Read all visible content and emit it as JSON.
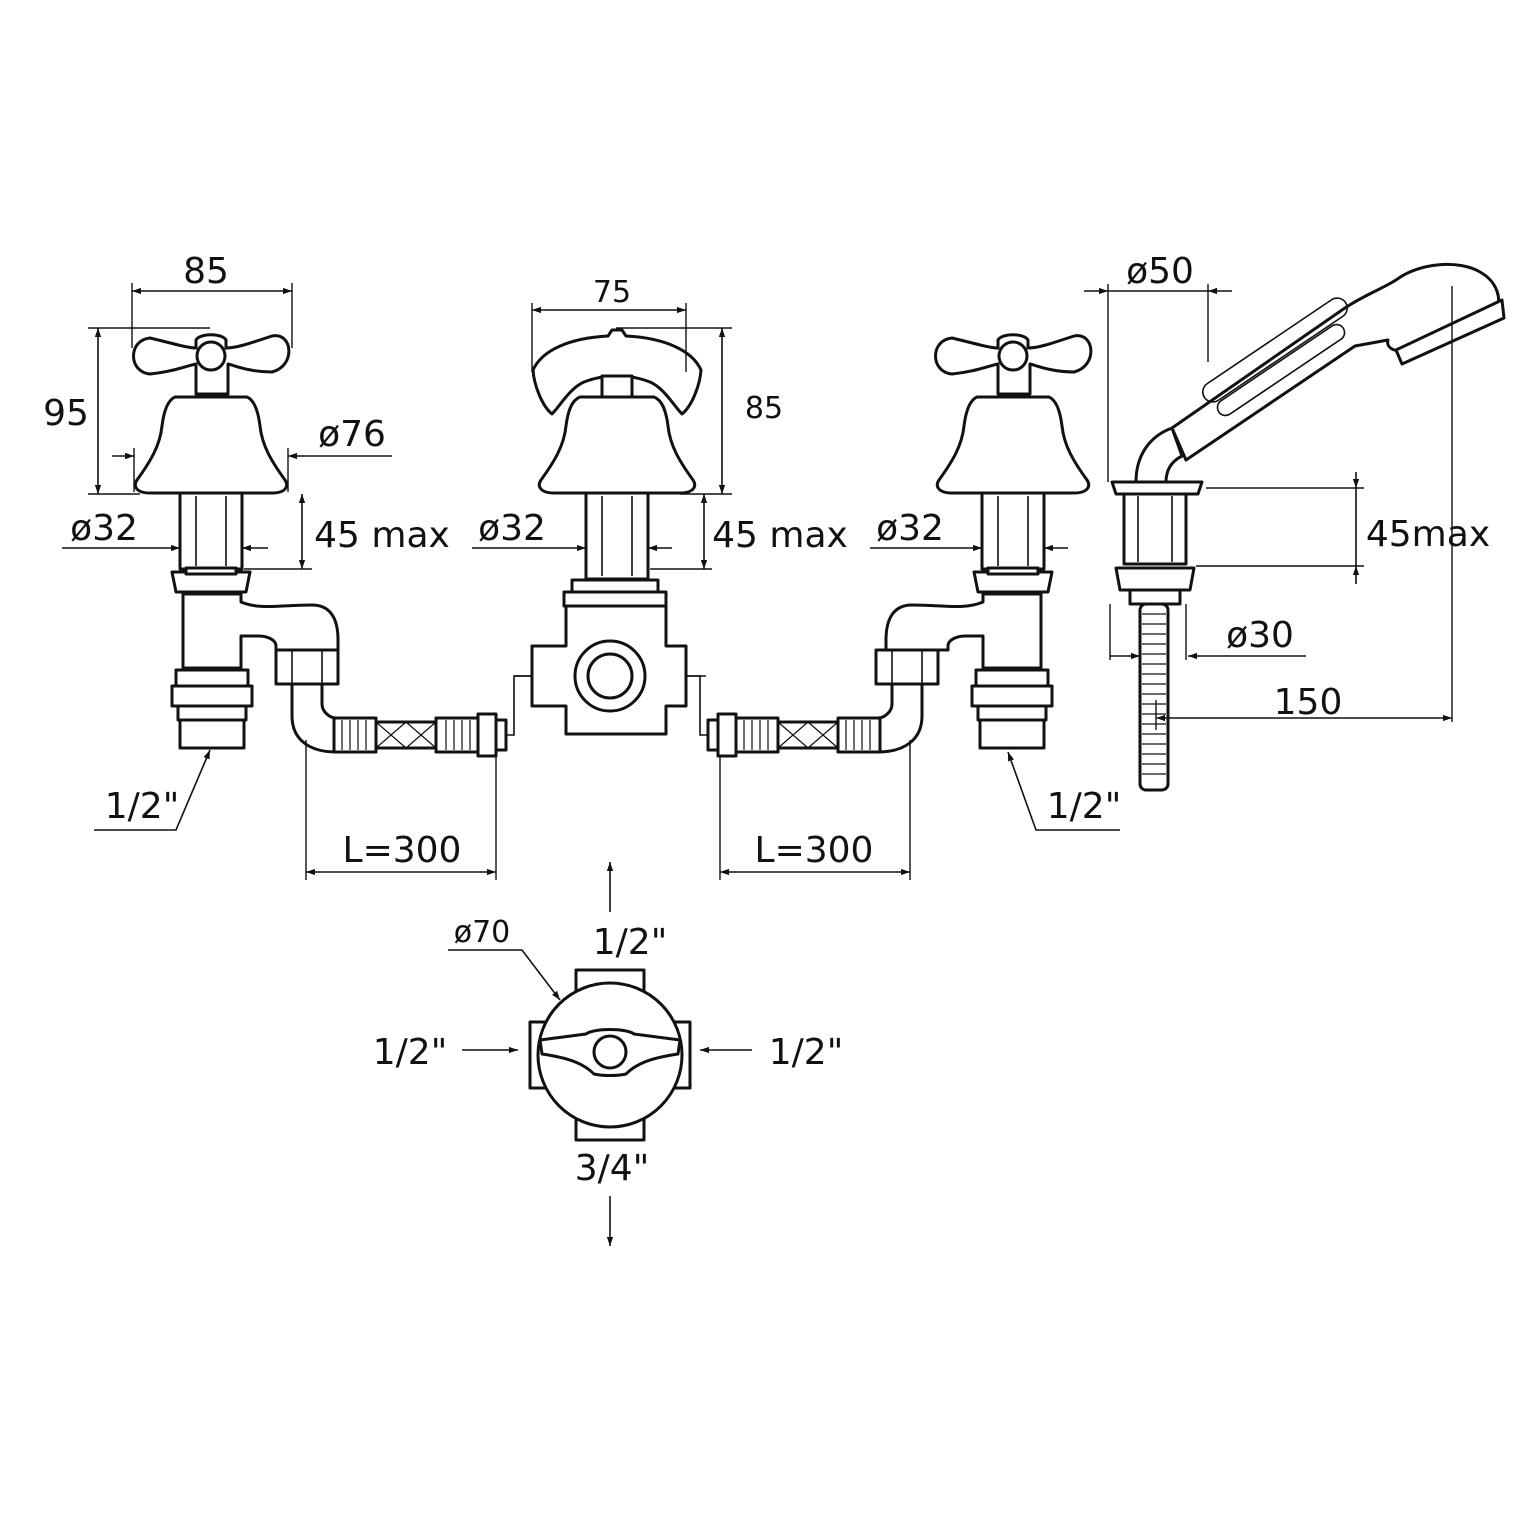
{
  "colors": {
    "line": "#111111",
    "background": "#ffffff"
  },
  "dimensions": {
    "left_handle_width": "85",
    "left_handle_height": "95",
    "left_bell_diameter": "ø76",
    "left_shank_diameter": "ø32",
    "left_shank_max": "45 max",
    "left_inlet_thread": "1/2\"",
    "center_handle_width": "75",
    "center_handle_height": "85",
    "center_shank_diameter": "ø32",
    "center_shank_max": "45 max",
    "right_shank_diameter": "ø32",
    "right_inlet_thread": "1/2\"",
    "shower_base_diameter": "ø50",
    "shower_shank_max": "45max",
    "shower_hose_diameter": "ø30",
    "shower_offset": "150",
    "hose_left_length": "L=300",
    "hose_right_length": "L=300"
  },
  "diverter_plan": {
    "body_diameter": "ø70",
    "top_port": "1/2\"",
    "left_port": "1/2\"",
    "right_port": "1/2\"",
    "bottom_port": "3/4\""
  }
}
